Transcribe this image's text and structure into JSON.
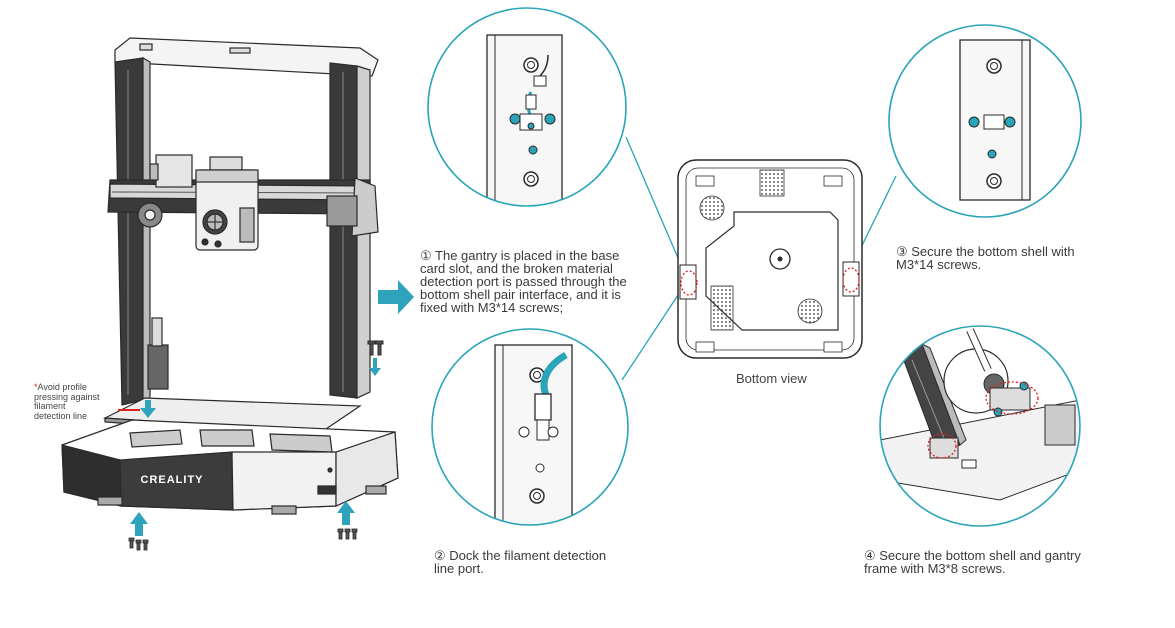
{
  "colors": {
    "teal": "#2aa4b8",
    "arrow": "#2ea3bb",
    "red_marker": "#e02020",
    "line": "#2a2a2a"
  },
  "warning": {
    "star": "*",
    "text": "Avoid profile\npressing against\nfilament\ndetection line"
  },
  "brand": "CREALITY",
  "steps": {
    "step1": "① The gantry is placed in the base\ncard slot, and the broken material\ndetection port is passed through the\nbottom shell pair interface, and it is\nfixed with M3*14 screws;",
    "step2": "② Dock the filament detection\nline port.",
    "step3": "③ Secure the bottom shell with\nM3*14 screws.",
    "step4": "④ Secure the bottom shell and gantry\nframe with M3*8 screws."
  },
  "bottom_view_label": "Bottom view"
}
